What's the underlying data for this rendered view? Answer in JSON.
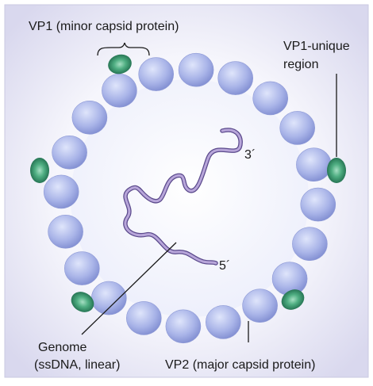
{
  "labels": {
    "vp1": "VP1 (minor capsid protein)",
    "vp1_unique_line1": "VP1-unique",
    "vp1_unique_line2": "region",
    "end3": "3´",
    "end5": "5´",
    "genome_line1": "Genome",
    "genome_line2": "(ssDNA, linear)",
    "vp2": "VP2 (major capsid protein)"
  },
  "colors": {
    "background_edge": "#d9d8ee",
    "interior": "#eceefb",
    "capsomer": "#a9b4e8",
    "capsomer_light": "#dfe5fb",
    "capsomer_dark": "#7f8cd0",
    "vp1_dark": "#1f6b4c",
    "vp1_light": "#a6dfc3",
    "genome_strand": "#b8a6da",
    "genome_edge": "#5b4a8c",
    "pointer_line": "#1a1a1a"
  }
}
